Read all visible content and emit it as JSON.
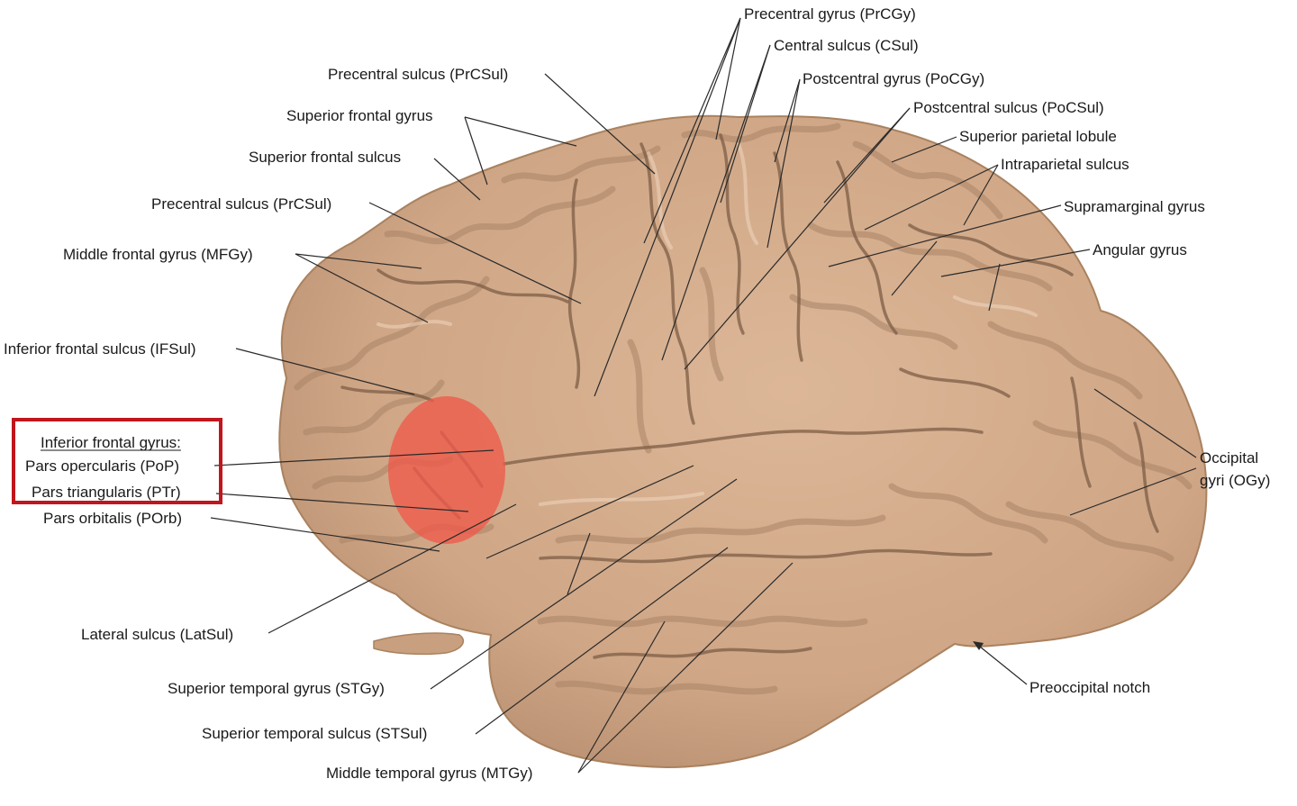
{
  "labels": {
    "precentral_gyrus": "Precentral gyrus (PrCGy)",
    "central_sulcus": "Central sulcus (CSul)",
    "precentral_sulcus_top": "Precentral sulcus (PrCSul)",
    "postcentral_gyrus": "Postcentral gyrus (PoCGy)",
    "postcentral_sulcus": "Postcentral sulcus (PoCSul)",
    "superior_frontal_gyrus": "Superior frontal gyrus",
    "superior_parietal_lobule": "Superior parietal lobule",
    "superior_frontal_sulcus": "Superior frontal sulcus",
    "intraparietal_sulcus": "Intraparietal sulcus",
    "precentral_sulcus_mid": "Precentral sulcus (PrCSul)",
    "supramarginal_gyrus": "Supramarginal gyrus",
    "middle_frontal_gyrus": "Middle frontal gyrus (MFGy)",
    "angular_gyrus": "Angular gyrus",
    "inferior_frontal_sulcus": "Inferior frontal sulcus (IFSul)",
    "inferior_frontal_gyrus": "Inferior frontal gyrus:",
    "pars_opercularis": "Pars opercularis (PoP)",
    "pars_triangularis": "Pars triangularis (PTr)",
    "pars_orbitalis": "Pars orbitalis (POrb)",
    "occipital_gyri_1": "Occipital",
    "occipital_gyri_2": "gyri (OGy)",
    "lateral_sulcus": "Lateral sulcus (LatSul)",
    "superior_temporal_gyrus": "Superior temporal gyrus (STGy)",
    "preoccipital_notch": "Preoccipital notch",
    "superior_temporal_sulcus": "Superior temporal sulcus (STSul)",
    "middle_temporal_gyrus": "Middle temporal gyrus (MTGy)"
  },
  "colors": {
    "brain": "#d3ad8c",
    "highlight": "#ee5a4a",
    "box": "#c0161d",
    "background": "#ffffff"
  }
}
